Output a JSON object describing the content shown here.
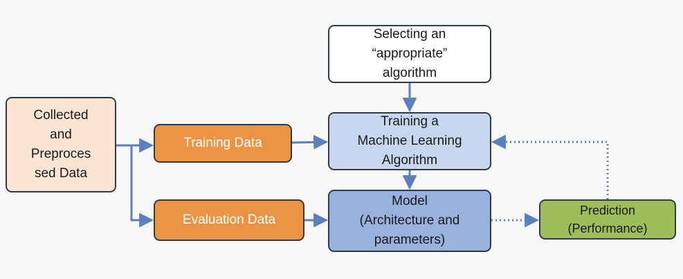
{
  "diagram": {
    "nodes": {
      "collected": "Collected\nand\nPreproces\nsed Data",
      "training_data": "Training Data",
      "evaluation_data": "Evaluation Data",
      "selecting_algorithm": "Selecting an\n“appropriate”\nalgorithm",
      "training_algorithm": "Training a\nMachine Learning\nAlgorithm",
      "model": "Model\n(Architecture and\nparameters)",
      "prediction": "Prediction\n(Performance)"
    },
    "colors": {
      "arrow": "#5b7fbf",
      "border": "#2f3a45",
      "orange": "#ec9445",
      "light_blue": "#c6d6ee",
      "mid_blue": "#98b1dd",
      "green": "#9cbd59",
      "peach": "#fce6d3"
    },
    "edges": [
      {
        "from": "collected",
        "to": "training_data",
        "style": "solid"
      },
      {
        "from": "collected",
        "to": "evaluation_data",
        "style": "solid"
      },
      {
        "from": "training_data",
        "to": "training_algorithm",
        "style": "solid"
      },
      {
        "from": "selecting_algorithm",
        "to": "training_algorithm",
        "style": "solid"
      },
      {
        "from": "training_algorithm",
        "to": "model",
        "style": "solid"
      },
      {
        "from": "evaluation_data",
        "to": "model",
        "style": "solid"
      },
      {
        "from": "model",
        "to": "prediction",
        "style": "dotted"
      },
      {
        "from": "prediction",
        "to": "training_algorithm",
        "style": "dotted"
      }
    ]
  }
}
